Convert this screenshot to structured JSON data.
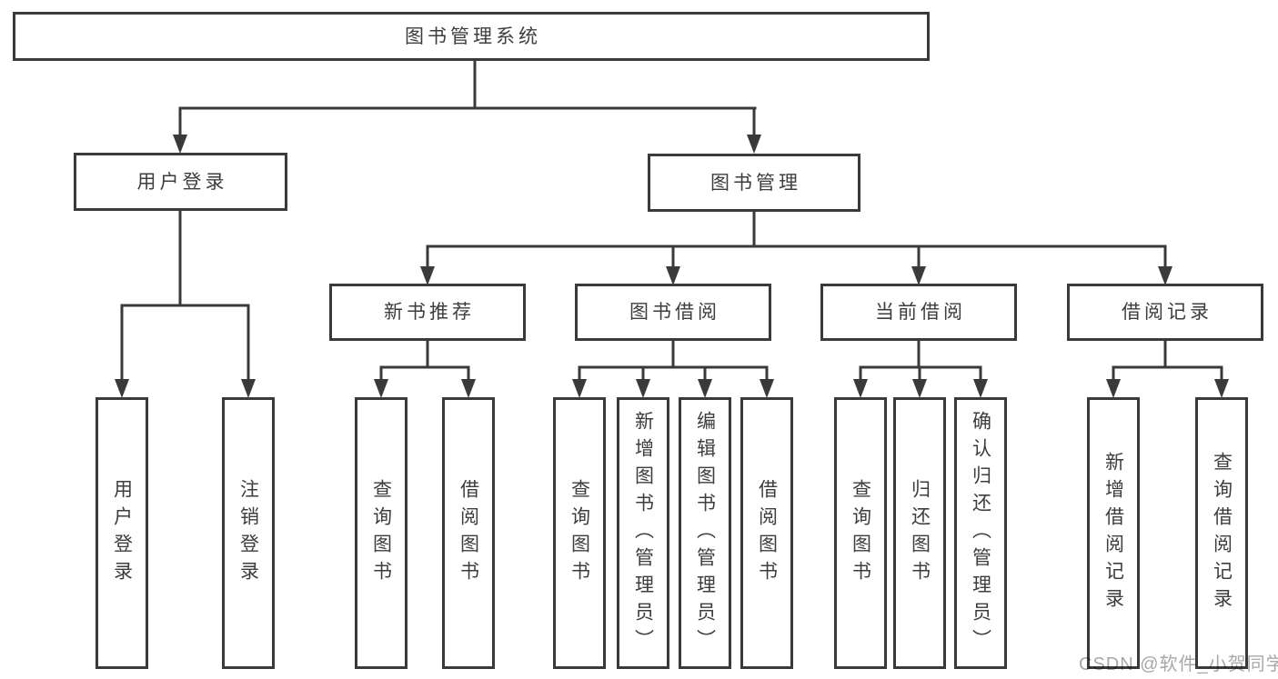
{
  "diagram_title": "图书管理系统",
  "nodes": {
    "root": {
      "label": "图书管理系统"
    },
    "user_login": {
      "label": "用户登录"
    },
    "book_management": {
      "label": "图书管理"
    },
    "leaf_user_login": {
      "label": "用户登录"
    },
    "leaf_logout": {
      "label": "注销登录"
    },
    "new_book_recommend": {
      "label": "新书推荐"
    },
    "nbr_query_books": {
      "label": "查询图书"
    },
    "nbr_borrow_books": {
      "label": "借阅图书"
    },
    "book_borrow": {
      "label": "图书借阅"
    },
    "bb_query_books": {
      "label": "查询图书"
    },
    "bb_add_books": {
      "label": "新增图书（管理员）"
    },
    "bb_edit_books": {
      "label": "编辑图书（管理员）"
    },
    "bb_borrow_books": {
      "label": "借阅图书"
    },
    "current_borrow": {
      "label": "当前借阅"
    },
    "cb_query_books": {
      "label": "查询图书"
    },
    "cb_return_books": {
      "label": "归还图书"
    },
    "cb_confirm_return": {
      "label": "确认归还（管理员）"
    },
    "borrow_records": {
      "label": "借阅记录"
    },
    "br_add_record": {
      "label": "新增借阅记录"
    },
    "br_query_record": {
      "label": "查询借阅记录"
    }
  },
  "watermark": {
    "text": "CSDN @软件_小贺同学"
  },
  "colors": {
    "line": "#3a3a3a",
    "text": "#3d3d3d",
    "watermark": "#a8a8a8",
    "background": "#ffffff"
  }
}
